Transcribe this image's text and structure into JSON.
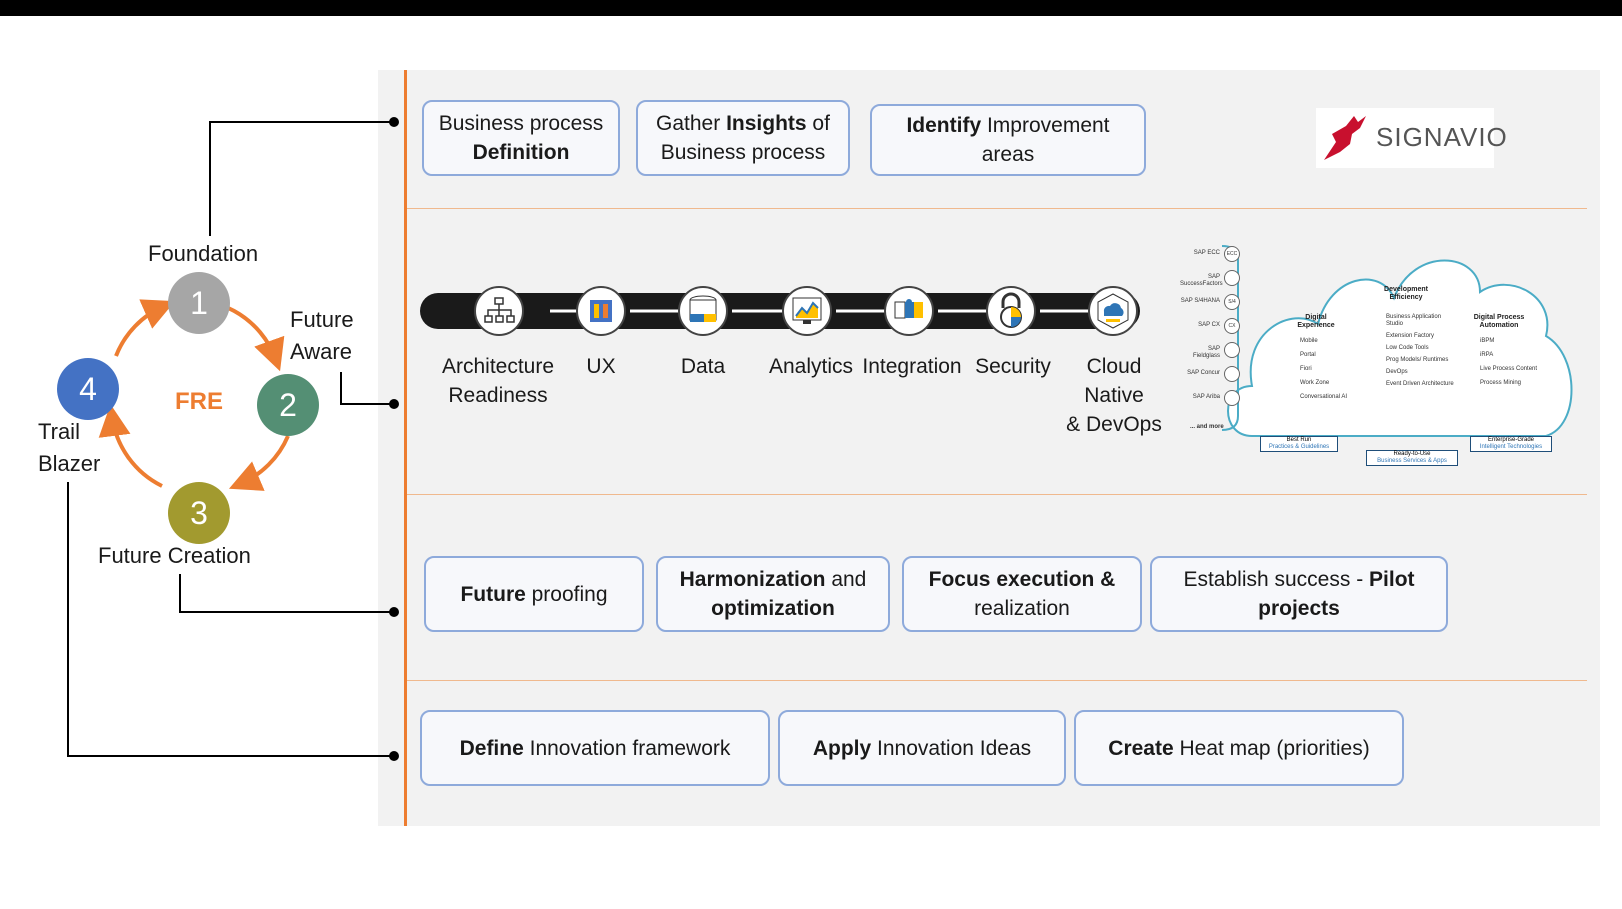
{
  "cycle": {
    "center_label": "FRE",
    "nodes": [
      {
        "num": "1",
        "label": "Foundation",
        "color": "#a6a6a6"
      },
      {
        "num": "2",
        "label_line1": "Future",
        "label_line2": "Aware",
        "color": "#548f74"
      },
      {
        "num": "3",
        "label": "Future Creation",
        "color": "#a29a2f"
      },
      {
        "num": "4",
        "label_line1": "Trail",
        "label_line2": "Blazer",
        "color": "#4472c4"
      }
    ]
  },
  "row1": {
    "box1": {
      "line1": "Business process",
      "bold": "Definition"
    },
    "box2": {
      "pre": "Gather ",
      "bold": "Insights",
      "post": " of",
      "line2": "Business process"
    },
    "box3": {
      "bold": "Identify",
      "post": " Improvement",
      "line2": "areas"
    },
    "logo_text": "SIGNAVIO"
  },
  "row2": {
    "items": [
      {
        "line1": "Architecture",
        "line2": "Readiness",
        "icon": "org-chart-icon"
      },
      {
        "line1": "UX",
        "icon": "ux-toolbox-icon"
      },
      {
        "line1": "Data",
        "icon": "database-icon"
      },
      {
        "line1": "Analytics",
        "icon": "analytics-chart-icon"
      },
      {
        "line1": "Integration",
        "icon": "puzzle-icon"
      },
      {
        "line1": "Security",
        "icon": "padlock-icon"
      },
      {
        "line1": "Cloud",
        "line2": "Native",
        "line3": "& DevOps",
        "icon": "cloud-cube-icon"
      }
    ],
    "sap_list": [
      "SAP ECC",
      "SAP SuccessFactors",
      "SAP S/4HANA",
      "SAP CX",
      "SAP Fieldglass",
      "SAP Concur",
      "SAP Ariba"
    ],
    "sap_list_badges": [
      "ECC",
      "",
      "S/4",
      "CX",
      "",
      "",
      ""
    ],
    "sap_more": "... and more",
    "cloud": {
      "col1": {
        "title": "Digital Experience",
        "items": [
          "Mobile",
          "Portal",
          "Fiori",
          "Work Zone",
          "Conversational AI"
        ]
      },
      "col2": {
        "title": "Development Efficiency",
        "items": [
          "Business Application Studio",
          "Extension Factory",
          "Low Code Tools",
          "Prog Models/ Runtimes",
          "DevOps",
          "Event Driven Architecture"
        ]
      },
      "col3": {
        "title": "Digital Process Automation",
        "items": [
          "iBPM",
          "iRPA",
          "Live Process Content",
          "Process Mining"
        ]
      },
      "tag1": {
        "title": "Best Run",
        "sub": "Practices & Guidelines"
      },
      "tag2": {
        "title": "Ready-to-Use",
        "sub": "Business Services & Apps"
      },
      "tag3": {
        "title": "Enterprise-Grade",
        "sub": "Intelligent Technologies"
      }
    }
  },
  "row3": {
    "box1": {
      "bold": "Future",
      "post": " proofing"
    },
    "box2": {
      "bold": "Harmonization",
      "post": " and",
      "line2": "optimization"
    },
    "box3": {
      "bold": "Focus execution &",
      "line2": "realization"
    },
    "box4": {
      "pre": "Establish success - ",
      "bold": "Pilot",
      "line2": "projects"
    }
  },
  "row4": {
    "box1": {
      "bold": "Define",
      "post": " Innovation framework"
    },
    "box2": {
      "bold": "Apply",
      "post": " Innovation Ideas"
    },
    "box3": {
      "bold": "Create",
      "post": " Heat map (priorities)"
    }
  },
  "colors": {
    "accent": "#ed7d31",
    "box_border": "#8eaadb",
    "panel": "#f2f2f2",
    "logo": "#c8102e"
  }
}
